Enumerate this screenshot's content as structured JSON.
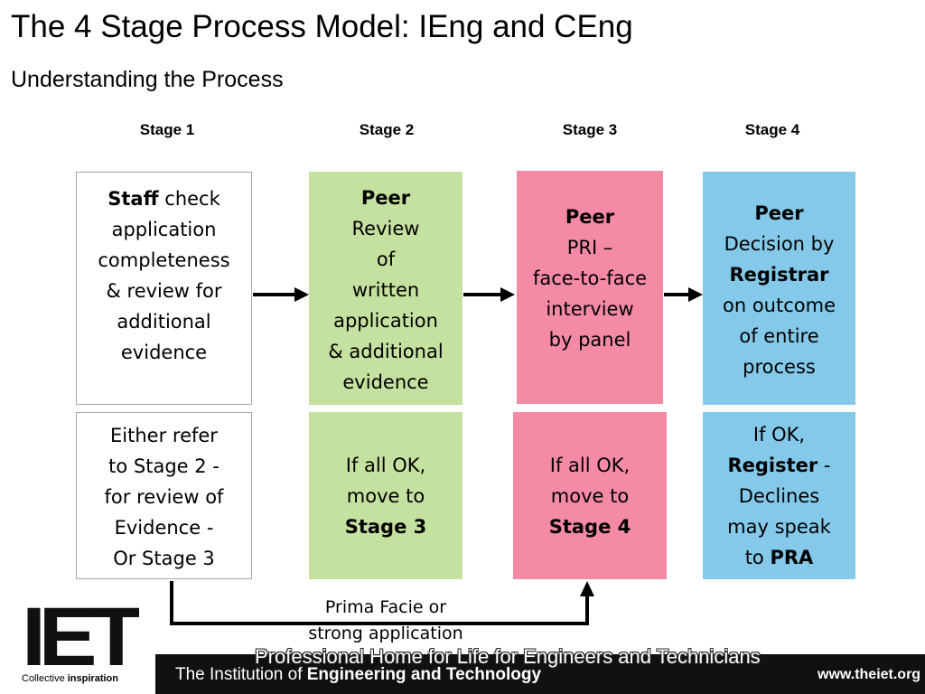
{
  "header": {
    "title": "The 4 Stage Process Model: IEng and CEng",
    "subtitle": "Understanding the Process"
  },
  "stages": [
    {
      "label": "Stage 1"
    },
    {
      "label": "Stage 2"
    },
    {
      "label": "Stage 3"
    },
    {
      "label": "Stage 4"
    }
  ],
  "colors": {
    "stage1": "#ffffff",
    "stage2": "#c5e1a0",
    "stage3": "#f48aa6",
    "stage4": "#84c9e9",
    "footer": "#111111"
  },
  "top_boxes": [
    {
      "lines": [
        {
          "b": "Staff",
          "t": " check"
        },
        {
          "t": "application"
        },
        {
          "t": "completeness"
        },
        {
          "t": "& review for"
        },
        {
          "t": "additional"
        },
        {
          "t": "evidence"
        }
      ]
    },
    {
      "lines": [
        {
          "b": "Peer"
        },
        {
          "t": "Review"
        },
        {
          "t": "of"
        },
        {
          "t": "written"
        },
        {
          "t": "application"
        },
        {
          "t": "& additional"
        },
        {
          "t": "evidence"
        }
      ]
    },
    {
      "lines": [
        {
          "b": "Peer"
        },
        {
          "t": "PRI –"
        },
        {
          "t": "face-to-face"
        },
        {
          "t": "interview"
        },
        {
          "t": "by panel"
        }
      ]
    },
    {
      "lines": [
        {
          "b": "Peer"
        },
        {
          "t": "Decision by"
        },
        {
          "b": "Registrar"
        },
        {
          "t": "on outcome"
        },
        {
          "t": "of entire"
        },
        {
          "t": "process"
        }
      ]
    }
  ],
  "bottom_boxes": [
    {
      "lines": [
        {
          "t": "Either refer"
        },
        {
          "t": "to Stage 2 -"
        },
        {
          "t": "for review  of"
        },
        {
          "t": "Evidence -"
        },
        {
          "t": "Or Stage 3"
        }
      ]
    },
    {
      "lines": [
        {
          "t": "If all OK,"
        },
        {
          "t": "move to"
        },
        {
          "b": "Stage 3"
        }
      ]
    },
    {
      "lines": [
        {
          "t": "If all OK,"
        },
        {
          "t": "move to"
        },
        {
          "b": "Stage 4"
        }
      ]
    },
    {
      "lines": [
        {
          "t": "If OK,"
        },
        {
          "b": "Register",
          "t": " -"
        },
        {
          "t": "Declines"
        },
        {
          "t": "may speak"
        },
        {
          "t": "to ",
          "b2": "PRA"
        }
      ]
    }
  ],
  "bypass_note": {
    "line1": "Prima Facie or",
    "line2": "strong application"
  },
  "footer": {
    "tagline": "Professional Home for Life for Engineers and Technicians",
    "org_prefix": "The Institution of ",
    "org_bold": "Engineering and Technology",
    "url": "www.theiet.org",
    "logo_text": "IET",
    "logo_caption_1": "Collective ",
    "logo_caption_2": "inspiration"
  }
}
